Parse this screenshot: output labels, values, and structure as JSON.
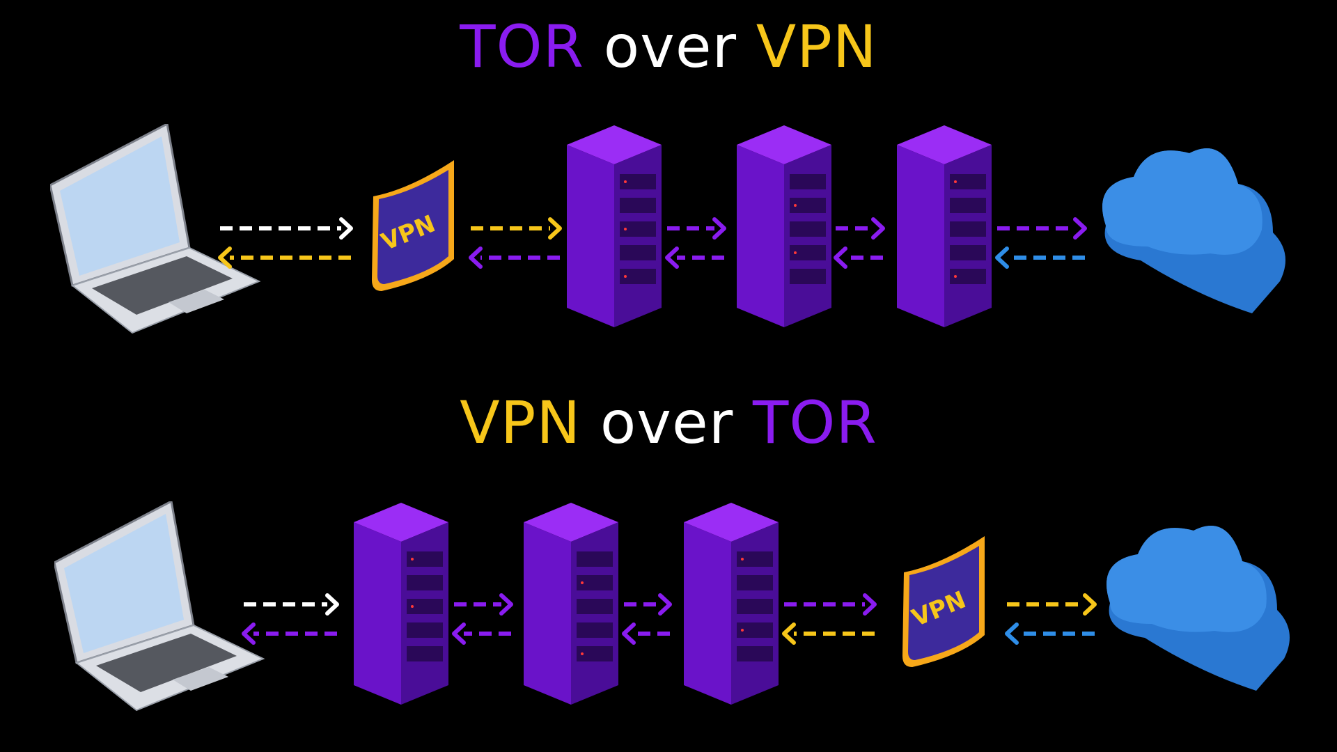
{
  "colors": {
    "tor": "#8a1cf0",
    "vpn": "#f7c61a",
    "plain": "#ffffff",
    "internet": "#2f8ee8",
    "background": "#000000"
  },
  "diagram1": {
    "title": {
      "first": "TOR",
      "middle": " over ",
      "last": "VPN"
    },
    "title_colors": [
      "tor",
      "plain",
      "vpn"
    ],
    "badge_text": "VPN",
    "nodes": [
      "laptop-icon",
      "vpn-shield-icon",
      "server-rack-icon",
      "server-rack-icon",
      "server-rack-icon",
      "cloud-icon"
    ],
    "links": [
      {
        "forward": "plain",
        "backward": "vpn"
      },
      {
        "forward": "vpn",
        "backward": "tor"
      },
      {
        "forward": "tor",
        "backward": "tor"
      },
      {
        "forward": "tor",
        "backward": "tor"
      },
      {
        "forward": "tor",
        "backward": "internet"
      }
    ]
  },
  "diagram2": {
    "title": {
      "first": "VPN",
      "middle": " over ",
      "last": "TOR"
    },
    "title_colors": [
      "vpn",
      "plain",
      "tor"
    ],
    "badge_text": "VPN",
    "nodes": [
      "laptop-icon",
      "server-rack-icon",
      "server-rack-icon",
      "server-rack-icon",
      "vpn-shield-icon",
      "cloud-icon"
    ],
    "links": [
      {
        "forward": "plain",
        "backward": "tor"
      },
      {
        "forward": "tor",
        "backward": "tor"
      },
      {
        "forward": "tor",
        "backward": "tor"
      },
      {
        "forward": "tor",
        "backward": "vpn"
      },
      {
        "forward": "vpn",
        "backward": "internet"
      }
    ]
  }
}
